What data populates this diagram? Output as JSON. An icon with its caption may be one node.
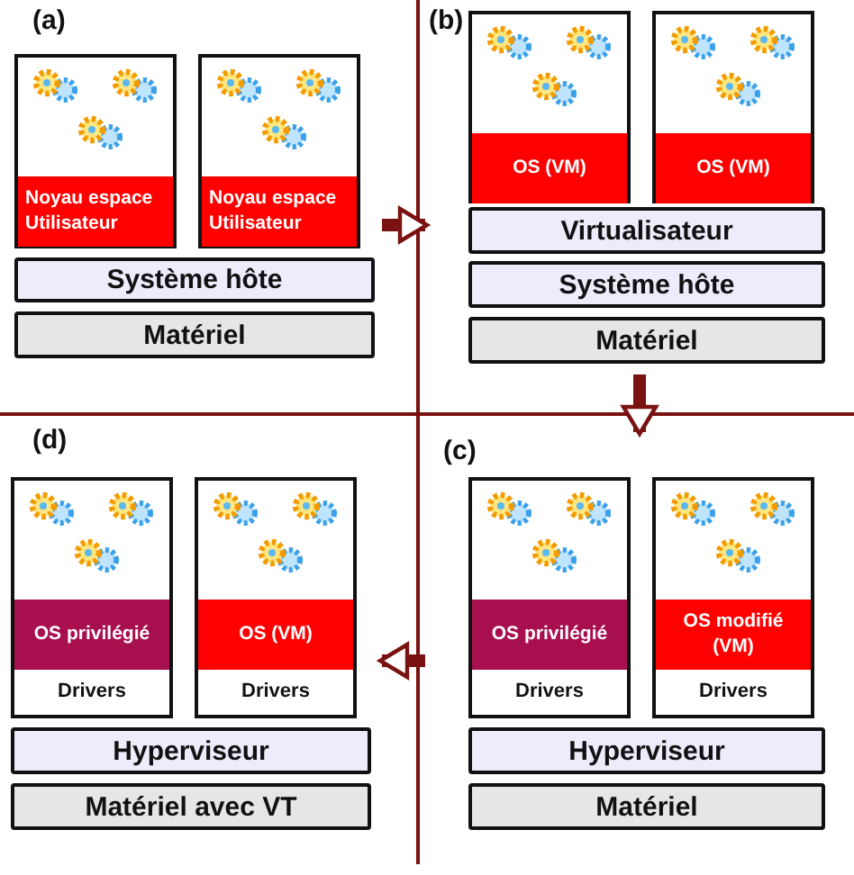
{
  "diagram": {
    "nodes": [
      {
        "text": [
          "(a)"
        ]
      },
      {
        "text": [
          "Noyau espace Utilisateur"
        ],
        "in": 0
      },
      {
        "text": [
          "Noyau espace Utilisateur"
        ],
        "in": 0
      },
      {
        "text": [
          "Système hôte"
        ],
        "in": 0
      },
      {
        "text": [
          "Matériel"
        ],
        "in": 0
      },
      {
        "text": [
          "(b)"
        ]
      },
      {
        "text": [
          "OS (VM)"
        ],
        "in": 5
      },
      {
        "text": [
          "OS (VM)"
        ],
        "in": 5
      },
      {
        "text": [
          "Virtualisateur"
        ],
        "in": 5
      },
      {
        "text": [
          "Système hôte"
        ],
        "in": 5
      },
      {
        "text": [
          "Matériel"
        ],
        "in": 5
      },
      {
        "text": [
          "(d)"
        ]
      },
      {
        "text": [
          "OS privilégié",
          "Drivers"
        ],
        "in": 11
      },
      {
        "text": [
          "OS (VM)",
          "Drivers"
        ],
        "in": 11
      },
      {
        "text": [
          "Hyperviseur"
        ],
        "in": 11
      },
      {
        "text": [
          "Matériel avec VT"
        ],
        "in": 11
      },
      {
        "text": [
          "(c)"
        ]
      },
      {
        "text": [
          "OS privilégié",
          "Drivers"
        ],
        "in": 16
      },
      {
        "text": [
          "OS modifié (VM)",
          "Drivers"
        ],
        "in": 16
      },
      {
        "text": [
          "Hyperviseur"
        ],
        "in": 16
      },
      {
        "text": [
          "Matériel"
        ],
        "in": 16
      }
    ],
    "edges": [
      {
        "from": 0,
        "to": 5,
        "arrow": "to"
      },
      {
        "from": 5,
        "to": 16,
        "arrow": "to"
      },
      {
        "from": 16,
        "to": 11,
        "arrow": "to"
      }
    ]
  }
}
